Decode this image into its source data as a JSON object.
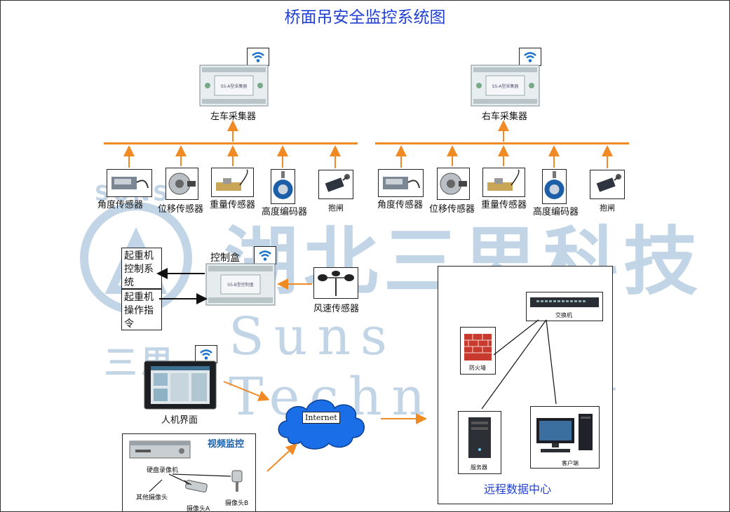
{
  "title": "桥面吊安全监控系统图",
  "watermark": {
    "company": "湖北三思科技",
    "english": "Suns Technology",
    "logo_text": "SUNS",
    "side_text": "三思"
  },
  "collectors": {
    "left_label": "左车采集器",
    "right_label": "右车采集器",
    "device_text": "SS-A型采集器"
  },
  "sensors_left": [
    "角度传感器",
    "位移传感器",
    "重量传感器",
    "高度编码器",
    "抱闸"
  ],
  "sensors_right": [
    "角度传感器",
    "位移传感器",
    "重量传感器",
    "高度编码器",
    "抱闸"
  ],
  "control": {
    "box_label": "控制盒",
    "device_text": "SS-B型控制盒",
    "crane_control": "起重机控制系统",
    "crane_control_lines": [
      "起重机",
      "控制系",
      "统"
    ],
    "crane_command_lines": [
      "起重机",
      "操作指",
      "令"
    ],
    "wind_sensor": "风速传感器"
  },
  "hmi": {
    "label": "人机界面"
  },
  "internet": {
    "label": "Internet"
  },
  "video": {
    "title": "视频监控",
    "nvr": "硬盘录像机",
    "other_cam": "其他摄像头",
    "cam_a": "摄像头A",
    "cam_b": "摄像头B"
  },
  "datacenter": {
    "label": "远程数据中心",
    "switch": "交换机",
    "firewall": "防火墙",
    "server": "服务器",
    "client": "客户端"
  },
  "colors": {
    "title": "#1f3fd6",
    "arrow": "#f08a24",
    "cloud": "#1a6fe8",
    "watermark": "#8fb3d3",
    "wifi": "#1a72c9"
  }
}
